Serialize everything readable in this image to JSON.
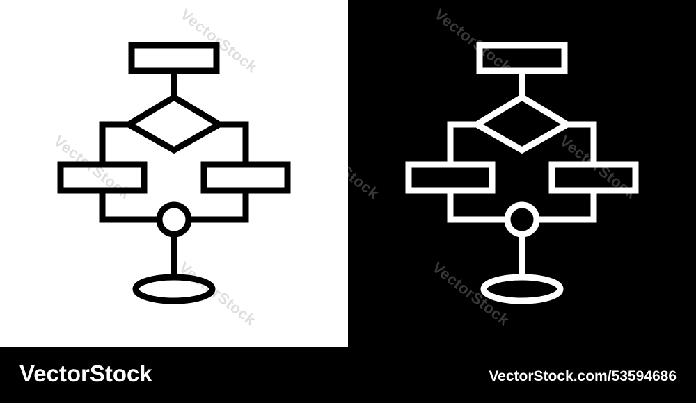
{
  "watermark": {
    "text": "VectorStock"
  },
  "footer": {
    "brand": "VectorStock",
    "credit": "VectorStock.com/53594686"
  },
  "colors": {
    "left_panel_bg": "#ffffff",
    "left_icon_stroke": "#000000",
    "right_panel_bg": "#000000",
    "right_icon_stroke": "#ffffff",
    "footer_bg": "#000000",
    "footer_text": "#ffffff"
  },
  "icons": {
    "left": "flowchart-icon",
    "right": "flowchart-icon"
  }
}
